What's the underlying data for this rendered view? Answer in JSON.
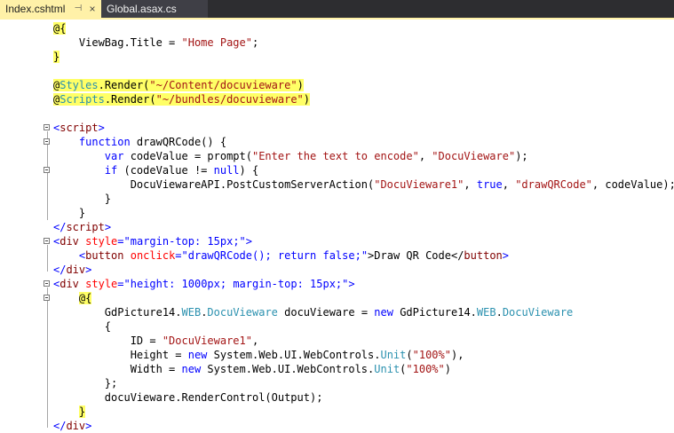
{
  "tabs": [
    {
      "label": "Index.cshtml",
      "active": true
    },
    {
      "label": "Global.asax.cs",
      "active": false
    }
  ],
  "icons": {
    "pin": "pin-icon",
    "close": "close-icon",
    "fold": "collapse-toggle-icon"
  },
  "colors": {
    "tab_active": "#fff1a8",
    "tab_inactive": "#3f3f46",
    "keyword": "#0000ff",
    "string": "#a31515",
    "tag": "#800000",
    "attribute": "#ff0000",
    "type": "#2b91af",
    "razor_highlight": "#ffff66"
  },
  "code": {
    "l1": {
      "a": "@{"
    },
    "l2": {
      "a": "    ViewBag.Title = ",
      "b": "\"Home Page\"",
      "c": ";"
    },
    "l3": {
      "a": "}"
    },
    "l5": {
      "a": "@",
      "b": "Styles",
      "c": ".Render(",
      "d": "\"~/Content/docuvieware\"",
      "e": ")"
    },
    "l6": {
      "a": "@",
      "b": "Scripts",
      "c": ".Render(",
      "d": "\"~/bundles/docuvieware\"",
      "e": ")"
    },
    "l8": {
      "a": "<",
      "b": "script",
      "c": ">"
    },
    "l9": {
      "a": "    ",
      "b": "function",
      "c": " drawQRCode() {"
    },
    "l10": {
      "a": "        ",
      "b": "var",
      "c": " codeValue = prompt(",
      "d": "\"Enter the text to encode\"",
      "e": ", ",
      "f": "\"DocuVieware\"",
      "g": ");"
    },
    "l11": {
      "a": "        ",
      "b": "if",
      "c": " (codeValue != ",
      "d": "null",
      "e": ") {"
    },
    "l12": {
      "a": "            DocuViewareAPI.PostCustomServerAction(",
      "b": "\"DocuVieware1\"",
      "c": ", ",
      "d": "true",
      "e": ", ",
      "f": "\"drawQRCode\"",
      "g": ", codeValue);"
    },
    "l13": {
      "a": "        }"
    },
    "l14": {
      "a": "    }"
    },
    "l15": {
      "a": "</",
      "b": "script",
      "c": ">"
    },
    "l16": {
      "a": "<",
      "b": "div",
      "c": " ",
      "d": "style",
      "e": "=",
      "f": "\"margin-top: 15px;\"",
      "g": ">"
    },
    "l17": {
      "a": "    <",
      "b": "button",
      "c": " ",
      "d": "onclick",
      "e": "=",
      "f": "\"drawQRCode(); return false;\"",
      "g": ">Draw QR Code</",
      "h": "button",
      "i": ">"
    },
    "l18": {
      "a": "</",
      "b": "div",
      "c": ">"
    },
    "l19": {
      "a": "<",
      "b": "div",
      "c": " ",
      "d": "style",
      "e": "=",
      "f": "\"height: 1000px; margin-top: 15px;\"",
      "g": ">"
    },
    "l20": {
      "a": "    ",
      "b": "@{"
    },
    "l21": {
      "a": "        GdPicture14.",
      "b": "WEB",
      "c": ".",
      "d": "DocuVieware",
      "e": " docuVieware = ",
      "f": "new",
      "g": " GdPicture14.",
      "h": "WEB",
      "i": ".",
      "j": "DocuVieware"
    },
    "l22": {
      "a": "        {"
    },
    "l23": {
      "a": "            ID = ",
      "b": "\"DocuVieware1\"",
      "c": ","
    },
    "l24": {
      "a": "            Height = ",
      "b": "new",
      "c": " System.Web.UI.WebControls.",
      "d": "Unit",
      "e": "(",
      "f": "\"100%\"",
      "g": "),"
    },
    "l25": {
      "a": "            Width = ",
      "b": "new",
      "c": " System.Web.UI.WebControls.",
      "d": "Unit",
      "e": "(",
      "f": "\"100%\"",
      "g": ")"
    },
    "l26": {
      "a": "        };"
    },
    "l27": {
      "a": "        docuVieware.RenderControl(Output);"
    },
    "l28": {
      "a": "    ",
      "b": "}"
    },
    "l29": {
      "a": "</",
      "b": "div",
      "c": ">"
    }
  }
}
